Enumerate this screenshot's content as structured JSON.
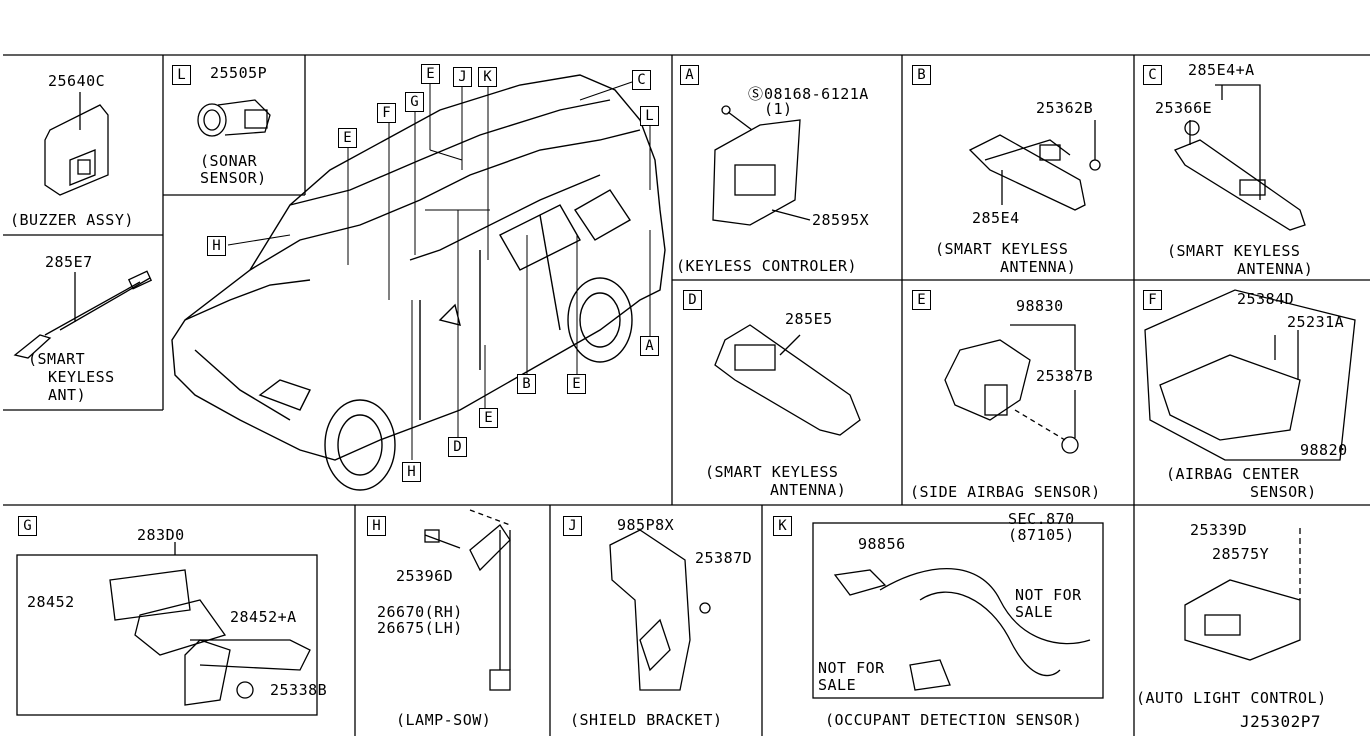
{
  "panels": {
    "buzzer": {
      "part": "25640C",
      "caption": "(BUZZER ASSY)"
    },
    "L": {
      "letter": "L",
      "part": "25505P",
      "cap1": "(SONAR",
      "cap2": "SENSOR)"
    },
    "ant1": {
      "part": "285E7",
      "cap1": "(SMART",
      "cap2": "KEYLESS",
      "cap3": "ANT)"
    },
    "overview": {
      "letters": [
        "E",
        "J",
        "K",
        "C",
        "F",
        "G",
        "L",
        "E",
        "H",
        "B",
        "E",
        "A",
        "E",
        "D",
        "H"
      ]
    },
    "A": {
      "letter": "A",
      "bolt": "08168-6121A",
      "qty": "(1)",
      "part": "28595X",
      "caption": "(KEYLESS CONTROLER)"
    },
    "B": {
      "letter": "B",
      "part1": "25362B",
      "part2": "285E4",
      "cap1": "(SMART KEYLESS",
      "cap2": "ANTENNA)"
    },
    "C": {
      "letter": "C",
      "part1": "285E4+A",
      "part2": "25366E",
      "cap1": "(SMART KEYLESS",
      "cap2": "ANTENNA)"
    },
    "D": {
      "letter": "D",
      "part": "285E5",
      "cap1": "(SMART KEYLESS",
      "cap2": "ANTENNA)"
    },
    "E": {
      "letter": "E",
      "part1": "98830",
      "part2": "25387B",
      "caption": "(SIDE AIRBAG SENSOR)"
    },
    "F": {
      "letter": "F",
      "part1": "25384D",
      "part2": "25231A",
      "part3": "98820",
      "cap1": "(AIRBAG CENTER",
      "cap2": "SENSOR)"
    },
    "G": {
      "letter": "G",
      "part1": "283D0",
      "part2": "28452",
      "part3": "28452+A",
      "part4": "25338B"
    },
    "H": {
      "letter": "H",
      "part1": "25396D",
      "part2": "26670(RH)",
      "part3": "26675(LH)",
      "caption": "(LAMP-SOW)"
    },
    "J": {
      "letter": "J",
      "part1": "985P8X",
      "part2": "25387D",
      "caption": "(SHIELD BRACKET)"
    },
    "K": {
      "letter": "K",
      "part1": "98856",
      "sec1": "SEC.870",
      "sec2": "(87105)",
      "nfs1a": "NOT FOR",
      "nfs1b": "SALE",
      "nfs2a": "NOT FOR",
      "nfs2b": "SALE",
      "caption": "(OCCUPANT DETECTION SENSOR)"
    },
    "auto": {
      "part1": "25339D",
      "part2": "28575Y",
      "caption": "(AUTO LIGHT CONTROL)"
    }
  },
  "diagram_id": "J25302P7"
}
